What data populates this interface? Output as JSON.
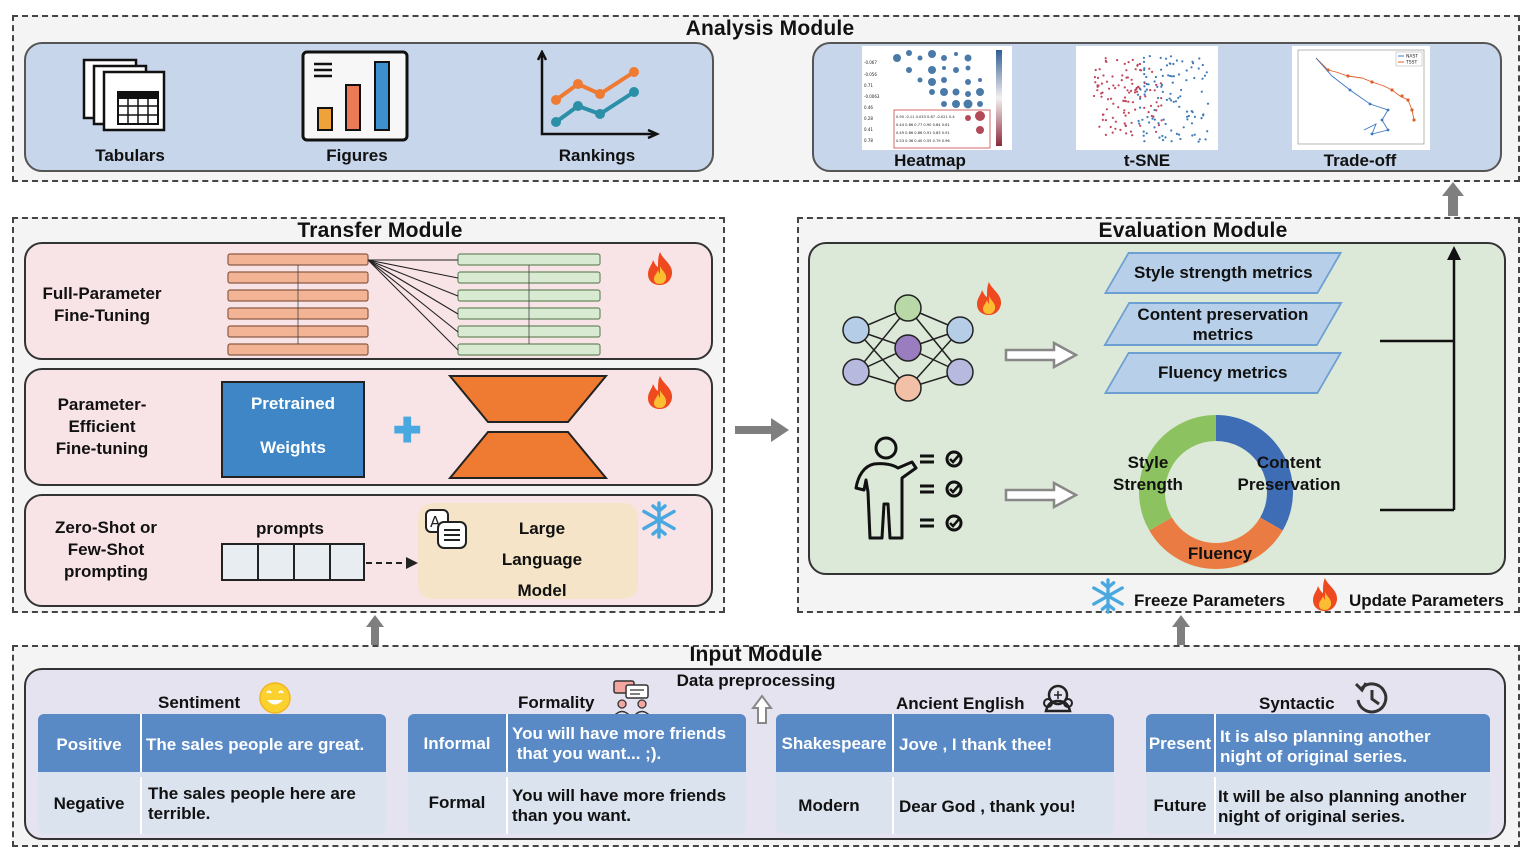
{
  "analysis": {
    "title": "Analysis Module",
    "items": [
      "Tabulars",
      "Figures",
      "Rankings"
    ],
    "vis": [
      "Heatmap",
      "t-SNE",
      "Trade-off"
    ],
    "tradeoff_legend": [
      "NAST",
      "TSST"
    ]
  },
  "transfer": {
    "title": "Transfer Module",
    "full": "Full-Parameter\nFine-Tuning",
    "peft": "Parameter-\nEfficient\nFine-tuning",
    "pretrained": "Pretrained\n\nWeights",
    "zero": "Zero-Shot or\nFew-Shot\nprompting",
    "prompts": "prompts",
    "llm": "Large\nLanguage\nModel"
  },
  "evaluation": {
    "title": "Evaluation Module",
    "metrics": [
      "Style strength metrics",
      "Content preservation\nmetrics",
      "Fluency metrics"
    ],
    "donut": {
      "labels": [
        "Style\nStrength",
        "Content\nPreservation",
        "Fluency"
      ],
      "colors": {
        "style": "#8cc260",
        "content": "#3e6db5",
        "fluency": "#ea7b42"
      }
    },
    "freeze": "Freeze Parameters",
    "update": "Update Parameters"
  },
  "input": {
    "title": "Input Module",
    "preprocess": "Data preprocessing",
    "groups": [
      {
        "name": "Sentiment",
        "rows": [
          [
            "Positive",
            "The sales people are great."
          ],
          [
            "Negative",
            "The sales people here are\nterrible."
          ]
        ]
      },
      {
        "name": "Formality",
        "rows": [
          [
            "Informal",
            "You will have more friends\n that you want... ;)."
          ],
          [
            "Formal",
            "You will have more friends\nthan you want."
          ]
        ]
      },
      {
        "name": "Ancient English",
        "rows": [
          [
            "Shakespeare",
            "Jove , I thank thee!"
          ],
          [
            "Modern",
            "Dear God , thank you!"
          ]
        ]
      },
      {
        "name": "Syntactic",
        "rows": [
          [
            "Present",
            "It is also planning another\nnight of original series."
          ],
          [
            "Future",
            "It will be also planning another\nnight of original series."
          ]
        ]
      }
    ]
  },
  "colors": {
    "accent_blue": "#5a8ac6",
    "orange": "#ef7a32",
    "pink_bg": "#f8e4e7",
    "green_bg": "#dde9d8"
  }
}
